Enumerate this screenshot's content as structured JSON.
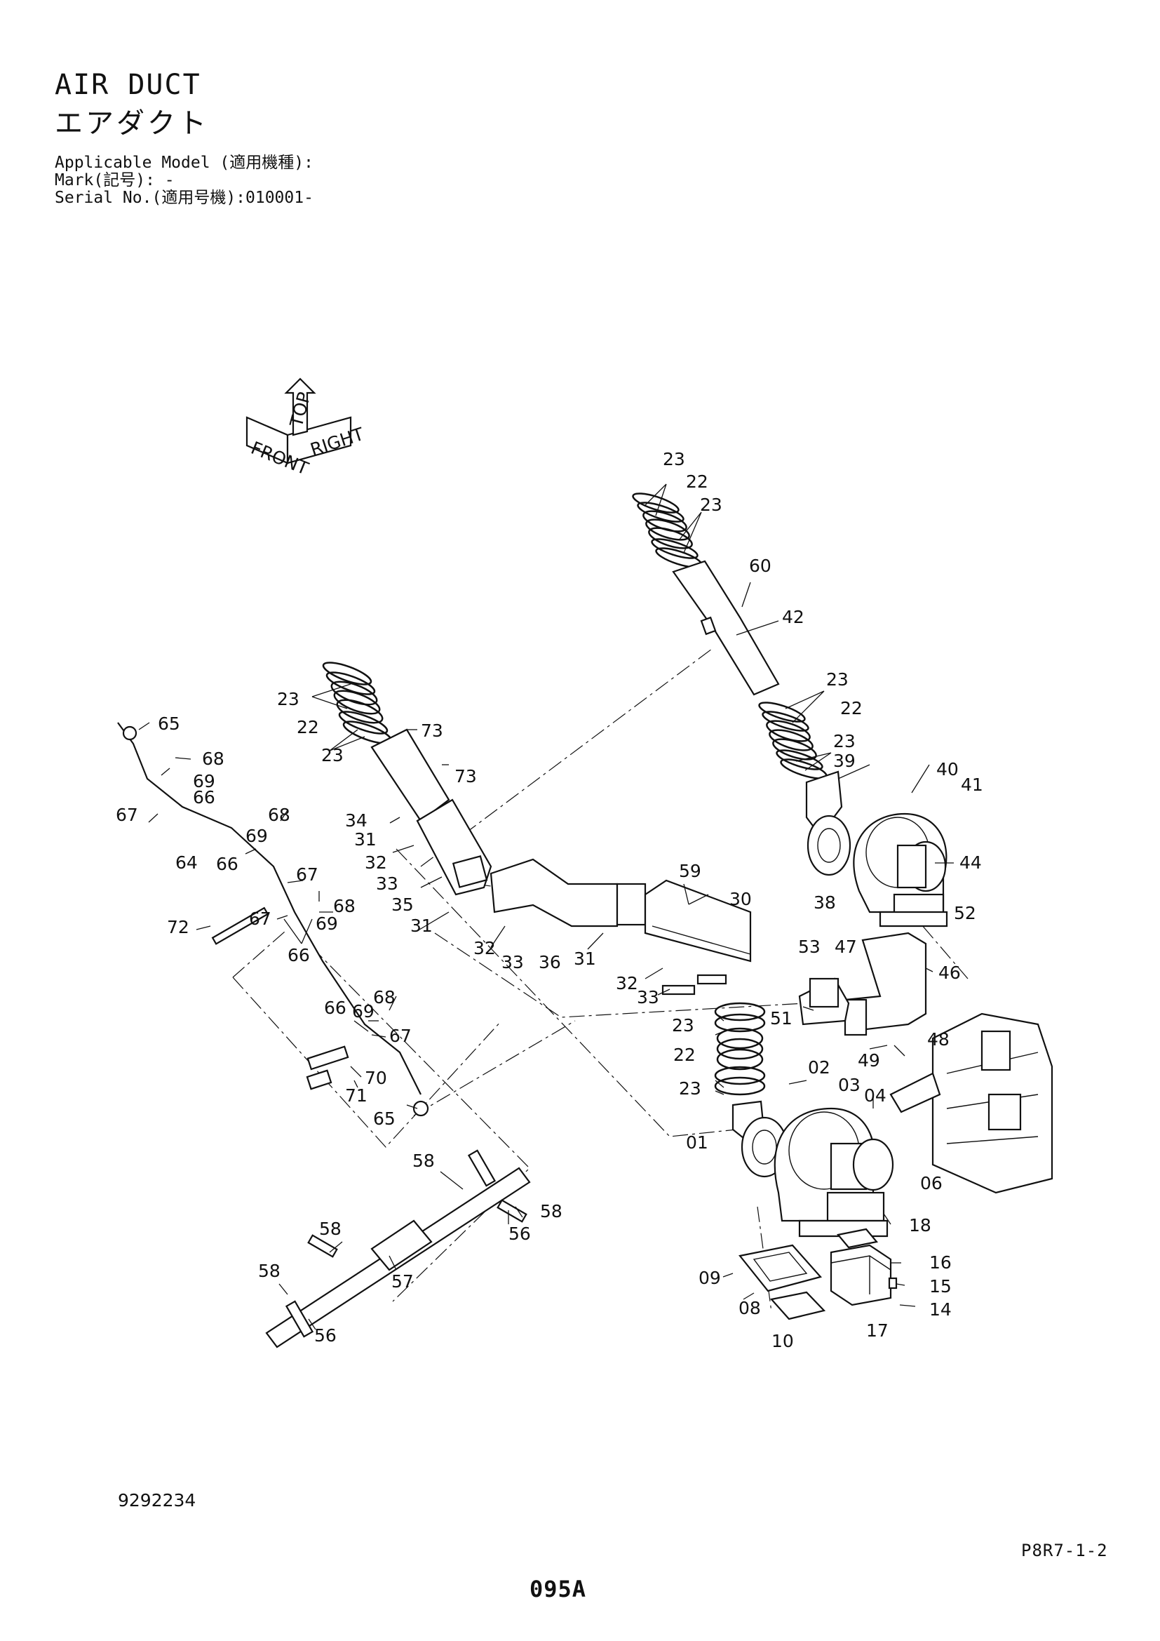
{
  "header": {
    "title_en": "AIR DUCT",
    "title_jp": "エアダクト",
    "applicable_model": "Applicable Model (適用機種):",
    "mark": "Mark(記号): -",
    "serial": "Serial No.(適用号機):010001-"
  },
  "orientation": {
    "top": "TOP",
    "front": "FRONT",
    "right": "RIGHT"
  },
  "callouts": [
    {
      "id": "c1",
      "label": "23"
    },
    {
      "id": "c2",
      "label": "22"
    },
    {
      "id": "c3",
      "label": "23"
    },
    {
      "id": "c4",
      "label": "60"
    },
    {
      "id": "c5",
      "label": "42"
    },
    {
      "id": "c6",
      "label": "23"
    },
    {
      "id": "c7",
      "label": "22"
    },
    {
      "id": "c8",
      "label": "23"
    },
    {
      "id": "c9",
      "label": "39"
    },
    {
      "id": "c10",
      "label": "40"
    },
    {
      "id": "c11",
      "label": "41"
    },
    {
      "id": "c12",
      "label": "38"
    },
    {
      "id": "c13",
      "label": "44"
    },
    {
      "id": "c14",
      "label": "52"
    },
    {
      "id": "c15",
      "label": "23"
    },
    {
      "id": "c16",
      "label": "22"
    },
    {
      "id": "c17",
      "label": "23"
    },
    {
      "id": "c18",
      "label": "73"
    },
    {
      "id": "c19",
      "label": "73"
    },
    {
      "id": "c20",
      "label": "34"
    },
    {
      "id": "c21",
      "label": "31"
    },
    {
      "id": "c22",
      "label": "32"
    },
    {
      "id": "c23",
      "label": "33"
    },
    {
      "id": "c24",
      "label": "35"
    },
    {
      "id": "c25",
      "label": "31"
    },
    {
      "id": "c26",
      "label": "32"
    },
    {
      "id": "c27",
      "label": "33"
    },
    {
      "id": "c28",
      "label": "36"
    },
    {
      "id": "c29",
      "label": "31"
    },
    {
      "id": "c30",
      "label": "59"
    },
    {
      "id": "c31",
      "label": "30"
    },
    {
      "id": "c32",
      "label": "32"
    },
    {
      "id": "c33",
      "label": "33"
    },
    {
      "id": "c34",
      "label": "53"
    },
    {
      "id": "c35",
      "label": "47"
    },
    {
      "id": "c36",
      "label": "46"
    },
    {
      "id": "c37",
      "label": "51"
    },
    {
      "id": "c38",
      "label": "48"
    },
    {
      "id": "c39",
      "label": "49"
    },
    {
      "id": "c40",
      "label": "23"
    },
    {
      "id": "c41",
      "label": "22"
    },
    {
      "id": "c42",
      "label": "23"
    },
    {
      "id": "c43",
      "label": "02"
    },
    {
      "id": "c44",
      "label": "03"
    },
    {
      "id": "c45",
      "label": "04"
    },
    {
      "id": "c46",
      "label": "01"
    },
    {
      "id": "c47",
      "label": "06"
    },
    {
      "id": "c48",
      "label": "18"
    },
    {
      "id": "c49",
      "label": "16"
    },
    {
      "id": "c50",
      "label": "15"
    },
    {
      "id": "c51",
      "label": "14"
    },
    {
      "id": "c52",
      "label": "09"
    },
    {
      "id": "c53",
      "label": "08"
    },
    {
      "id": "c54",
      "label": "10"
    },
    {
      "id": "c55",
      "label": "17"
    },
    {
      "id": "c56",
      "label": "65"
    },
    {
      "id": "c57",
      "label": "68"
    },
    {
      "id": "c58",
      "label": "69"
    },
    {
      "id": "c59",
      "label": "66"
    },
    {
      "id": "c60",
      "label": "67"
    },
    {
      "id": "c61",
      "label": "64"
    },
    {
      "id": "c62",
      "label": "69"
    },
    {
      "id": "c63",
      "label": "68"
    },
    {
      "id": "c64",
      "label": "66"
    },
    {
      "id": "c65",
      "label": "67"
    },
    {
      "id": "c66",
      "label": "68"
    },
    {
      "id": "c67",
      "label": "69"
    },
    {
      "id": "c68",
      "label": "72"
    },
    {
      "id": "c69",
      "label": "67"
    },
    {
      "id": "c70",
      "label": "66"
    },
    {
      "id": "c71",
      "label": "68"
    },
    {
      "id": "c72",
      "label": "69"
    },
    {
      "id": "c73",
      "label": "66"
    },
    {
      "id": "c74",
      "label": "67"
    },
    {
      "id": "c75",
      "label": "70"
    },
    {
      "id": "c76",
      "label": "71"
    },
    {
      "id": "c77",
      "label": "65"
    },
    {
      "id": "c78",
      "label": "58"
    },
    {
      "id": "c79",
      "label": "58"
    },
    {
      "id": "c80",
      "label": "56"
    },
    {
      "id": "c81",
      "label": "58"
    },
    {
      "id": "c82",
      "label": "57"
    },
    {
      "id": "c83",
      "label": "58"
    },
    {
      "id": "c84",
      "label": "56"
    }
  ],
  "footer": {
    "drawing_no": "9292234",
    "sheet_ref": "P8R7-1-2",
    "page_no": "095A"
  }
}
